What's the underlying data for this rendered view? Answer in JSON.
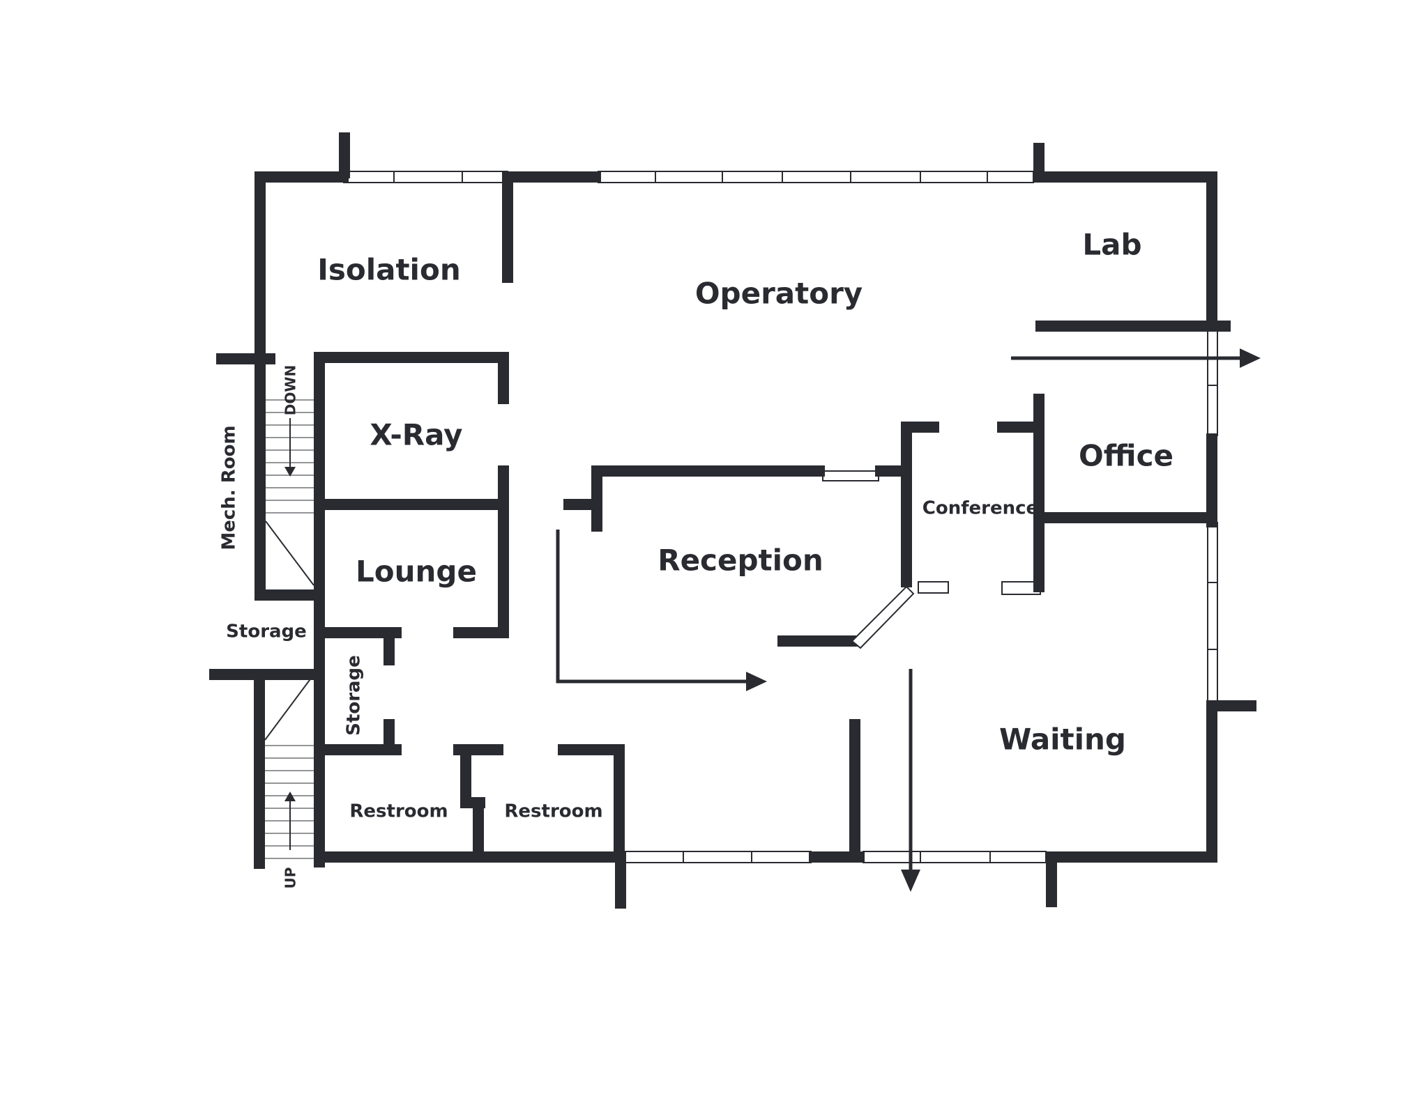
{
  "rooms": {
    "isolation": "Isolation",
    "operatory": "Operatory",
    "lab": "Lab",
    "xray": "X-Ray",
    "office": "Office",
    "conference": "Conference",
    "reception": "Reception",
    "lounge": "Lounge",
    "mech_room": "Mech. Room",
    "storage_outer": "Storage",
    "storage_inner": "Storage",
    "waiting": "Waiting",
    "restroom_1": "Restroom",
    "restroom_2": "Restroom"
  },
  "stairs": {
    "down": "DOWN",
    "up": "UP"
  }
}
